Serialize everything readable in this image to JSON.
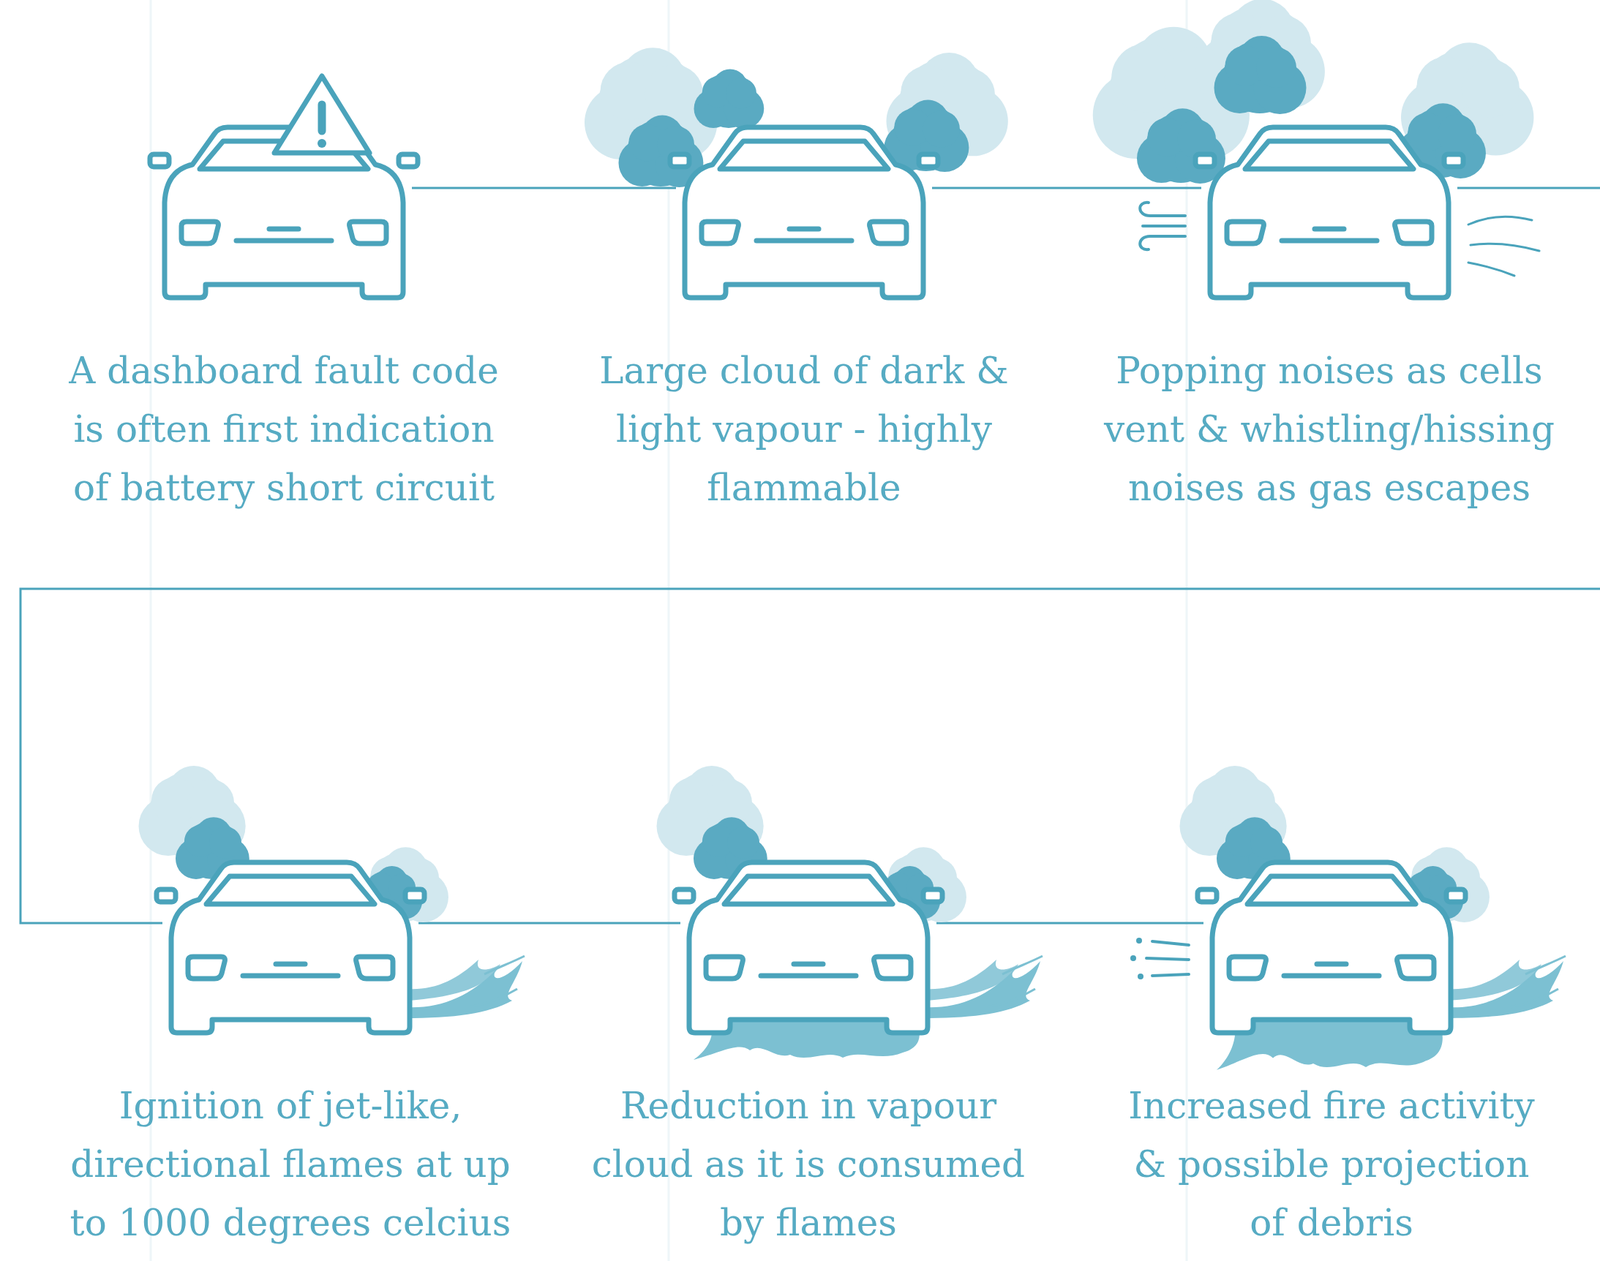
{
  "diagram": {
    "nodes": [
      {
        "text": [
          "A dashboard fault code is often first indication of battery short circuit"
        ]
      },
      {
        "text": [
          "Large cloud of dark & light vapour - highly flammable"
        ]
      },
      {
        "text": [
          "Popping noises as cells vent & whistling/hissing noises as gas escapes"
        ]
      },
      {
        "text": [
          "Ignition of jet-like, directional flames at up to 1000 degrees celcius"
        ]
      },
      {
        "text": [
          "Reduction in vapour cloud as it is consumed by flames"
        ]
      },
      {
        "text": [
          "Increased fire activity & possible projection of debris"
        ]
      }
    ],
    "edges": [
      {
        "from": 0,
        "to": 1,
        "arrow": "none"
      },
      {
        "from": 1,
        "to": 2,
        "arrow": "none"
      },
      {
        "from": 2,
        "to": 3,
        "arrow": "none"
      },
      {
        "from": 3,
        "to": 4,
        "arrow": "none"
      },
      {
        "from": 4,
        "to": 5,
        "arrow": "none"
      }
    ]
  }
}
